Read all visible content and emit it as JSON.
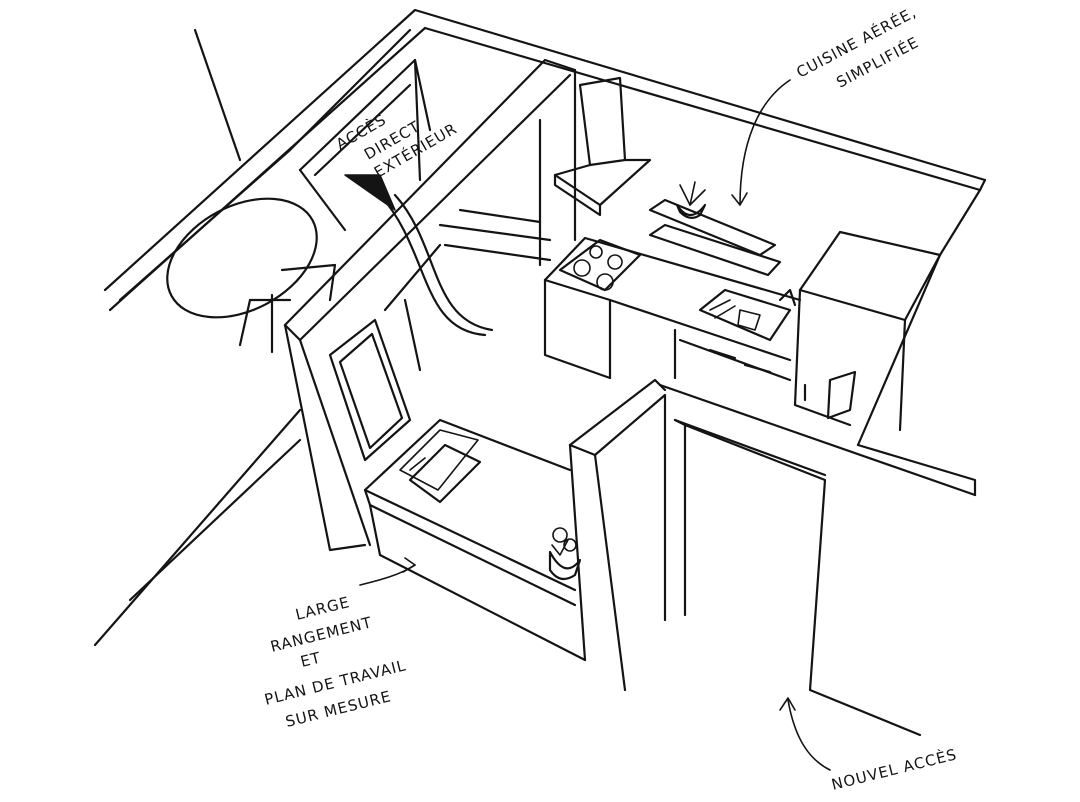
{
  "annotations": {
    "kitchen_line1": "CUISINE AÉRÉE,",
    "kitchen_line2": "SIMPLIFIÉE",
    "exterior_line1": "ACCÈS",
    "exterior_line2": "DIRECT",
    "exterior_line3": "EXTÉRIEUR",
    "storage_line1": "LARGE",
    "storage_line2": "RANGEMENT",
    "storage_line3": "ET",
    "storage_line4": "PLAN DE TRAVAIL",
    "storage_line5": "SUR MESURE",
    "new_access": "NOUVEL ACCÈS"
  }
}
